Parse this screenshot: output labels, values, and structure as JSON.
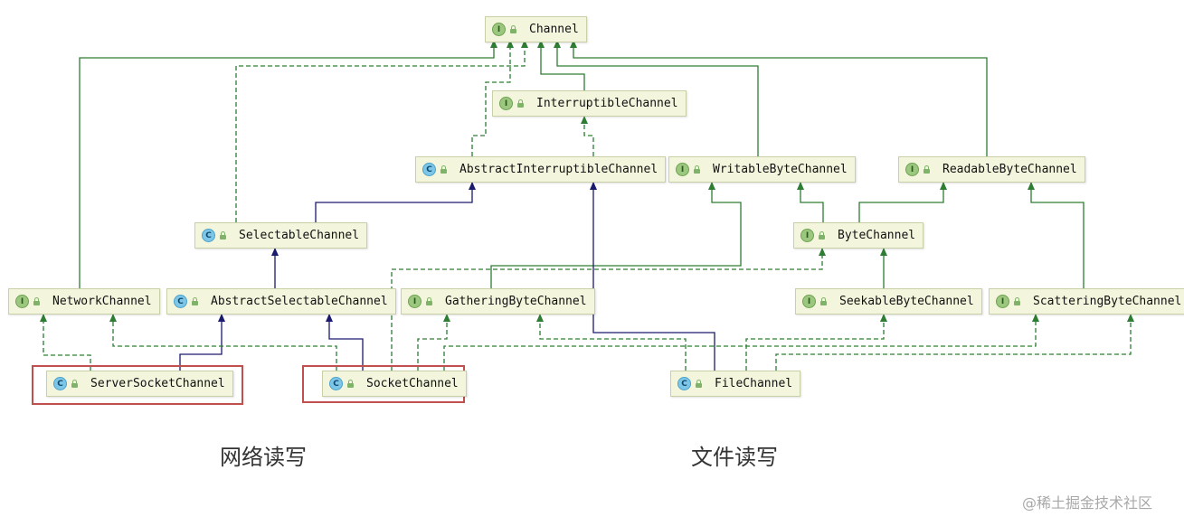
{
  "diagram": {
    "nodes": [
      {
        "id": "channel",
        "label": "Channel",
        "kind": "I"
      },
      {
        "id": "interruptible",
        "label": "InterruptibleChannel",
        "kind": "I"
      },
      {
        "id": "abs_interruptible",
        "label": "AbstractInterruptibleChannel",
        "kind": "C"
      },
      {
        "id": "writable",
        "label": "WritableByteChannel",
        "kind": "I"
      },
      {
        "id": "readable",
        "label": "ReadableByteChannel",
        "kind": "I"
      },
      {
        "id": "selectable",
        "label": "SelectableChannel",
        "kind": "C"
      },
      {
        "id": "bytechannel",
        "label": "ByteChannel",
        "kind": "I"
      },
      {
        "id": "network",
        "label": "NetworkChannel",
        "kind": "I"
      },
      {
        "id": "abs_selectable",
        "label": "AbstractSelectableChannel",
        "kind": "C"
      },
      {
        "id": "gathering",
        "label": "GatheringByteChannel",
        "kind": "I"
      },
      {
        "id": "seekable",
        "label": "SeekableByteChannel",
        "kind": "I"
      },
      {
        "id": "scattering",
        "label": "ScatteringByteChannel",
        "kind": "I"
      },
      {
        "id": "server_socket",
        "label": "ServerSocketChannel",
        "kind": "C"
      },
      {
        "id": "socket",
        "label": "SocketChannel",
        "kind": "C"
      },
      {
        "id": "file",
        "label": "FileChannel",
        "kind": "C"
      }
    ],
    "edges": [
      {
        "from": "interruptible",
        "to": "channel",
        "type": "extends"
      },
      {
        "from": "network",
        "to": "channel",
        "type": "extends"
      },
      {
        "from": "writable",
        "to": "channel",
        "type": "extends"
      },
      {
        "from": "readable",
        "to": "channel",
        "type": "extends"
      },
      {
        "from": "abs_interruptible",
        "to": "channel",
        "type": "implements"
      },
      {
        "from": "selectable",
        "to": "channel",
        "type": "implements"
      },
      {
        "from": "abs_interruptible",
        "to": "interruptible",
        "type": "implements"
      },
      {
        "from": "selectable",
        "to": "abs_interruptible",
        "type": "class-extends"
      },
      {
        "from": "abs_selectable",
        "to": "selectable",
        "type": "class-extends"
      },
      {
        "from": "bytechannel",
        "to": "writable",
        "type": "extends"
      },
      {
        "from": "bytechannel",
        "to": "readable",
        "type": "extends"
      },
      {
        "from": "gathering",
        "to": "writable",
        "type": "extends"
      },
      {
        "from": "scattering",
        "to": "readable",
        "type": "extends"
      },
      {
        "from": "seekable",
        "to": "bytechannel",
        "type": "extends"
      },
      {
        "from": "server_socket",
        "to": "abs_selectable",
        "type": "class-extends"
      },
      {
        "from": "server_socket",
        "to": "network",
        "type": "implements"
      },
      {
        "from": "socket",
        "to": "abs_selectable",
        "type": "class-extends"
      },
      {
        "from": "socket",
        "to": "network",
        "type": "implements"
      },
      {
        "from": "socket",
        "to": "bytechannel",
        "type": "implements"
      },
      {
        "from": "socket",
        "to": "gathering",
        "type": "implements"
      },
      {
        "from": "socket",
        "to": "scattering",
        "type": "implements"
      },
      {
        "from": "file",
        "to": "abs_interruptible",
        "type": "class-extends"
      },
      {
        "from": "file",
        "to": "gathering",
        "type": "implements"
      },
      {
        "from": "file",
        "to": "seekable",
        "type": "implements"
      },
      {
        "from": "file",
        "to": "scattering",
        "type": "implements"
      }
    ],
    "highlighted": [
      "server_socket",
      "socket"
    ]
  },
  "captions": {
    "network_io": "网络读写",
    "file_io": "文件读写"
  },
  "watermark": "@稀土掘金技术社区",
  "colors": {
    "interface_edge": "#2e7d32",
    "class_edge": "#1a1a6e",
    "highlight_box": "#c0504d",
    "node_fill": "#f3f6dd"
  }
}
